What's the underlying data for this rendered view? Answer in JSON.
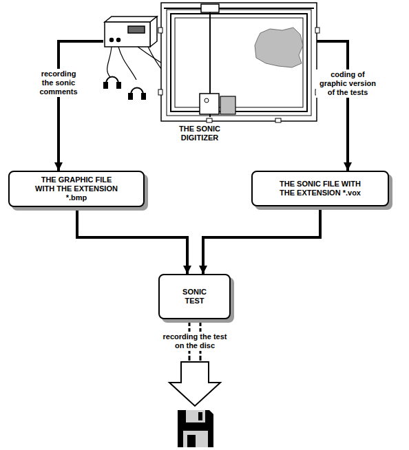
{
  "diagram": {
    "nodes": [
      {
        "text": [
          "THE SONIC DIGITIZER"
        ]
      },
      {
        "text": [
          "THE GRAPHIC FILE WITH THE EXTENSION *.bmp"
        ]
      },
      {
        "text": [
          "THE SONIC FILE WITH THE EXTENSION *.vox"
        ]
      },
      {
        "text": [
          "SONIC TEST"
        ]
      }
    ],
    "edges": [
      {
        "from": 0,
        "to": 1,
        "label": "recording the sonic comments",
        "arrow": "to"
      },
      {
        "from": 0,
        "to": 2,
        "label": "coding of graphic version of the tests",
        "arrow": "to"
      },
      {
        "from": 1,
        "to": 3,
        "arrow": "to"
      },
      {
        "from": 2,
        "to": 3,
        "arrow": "to"
      }
    ],
    "labels": [
      "recording the test on the disc"
    ]
  }
}
